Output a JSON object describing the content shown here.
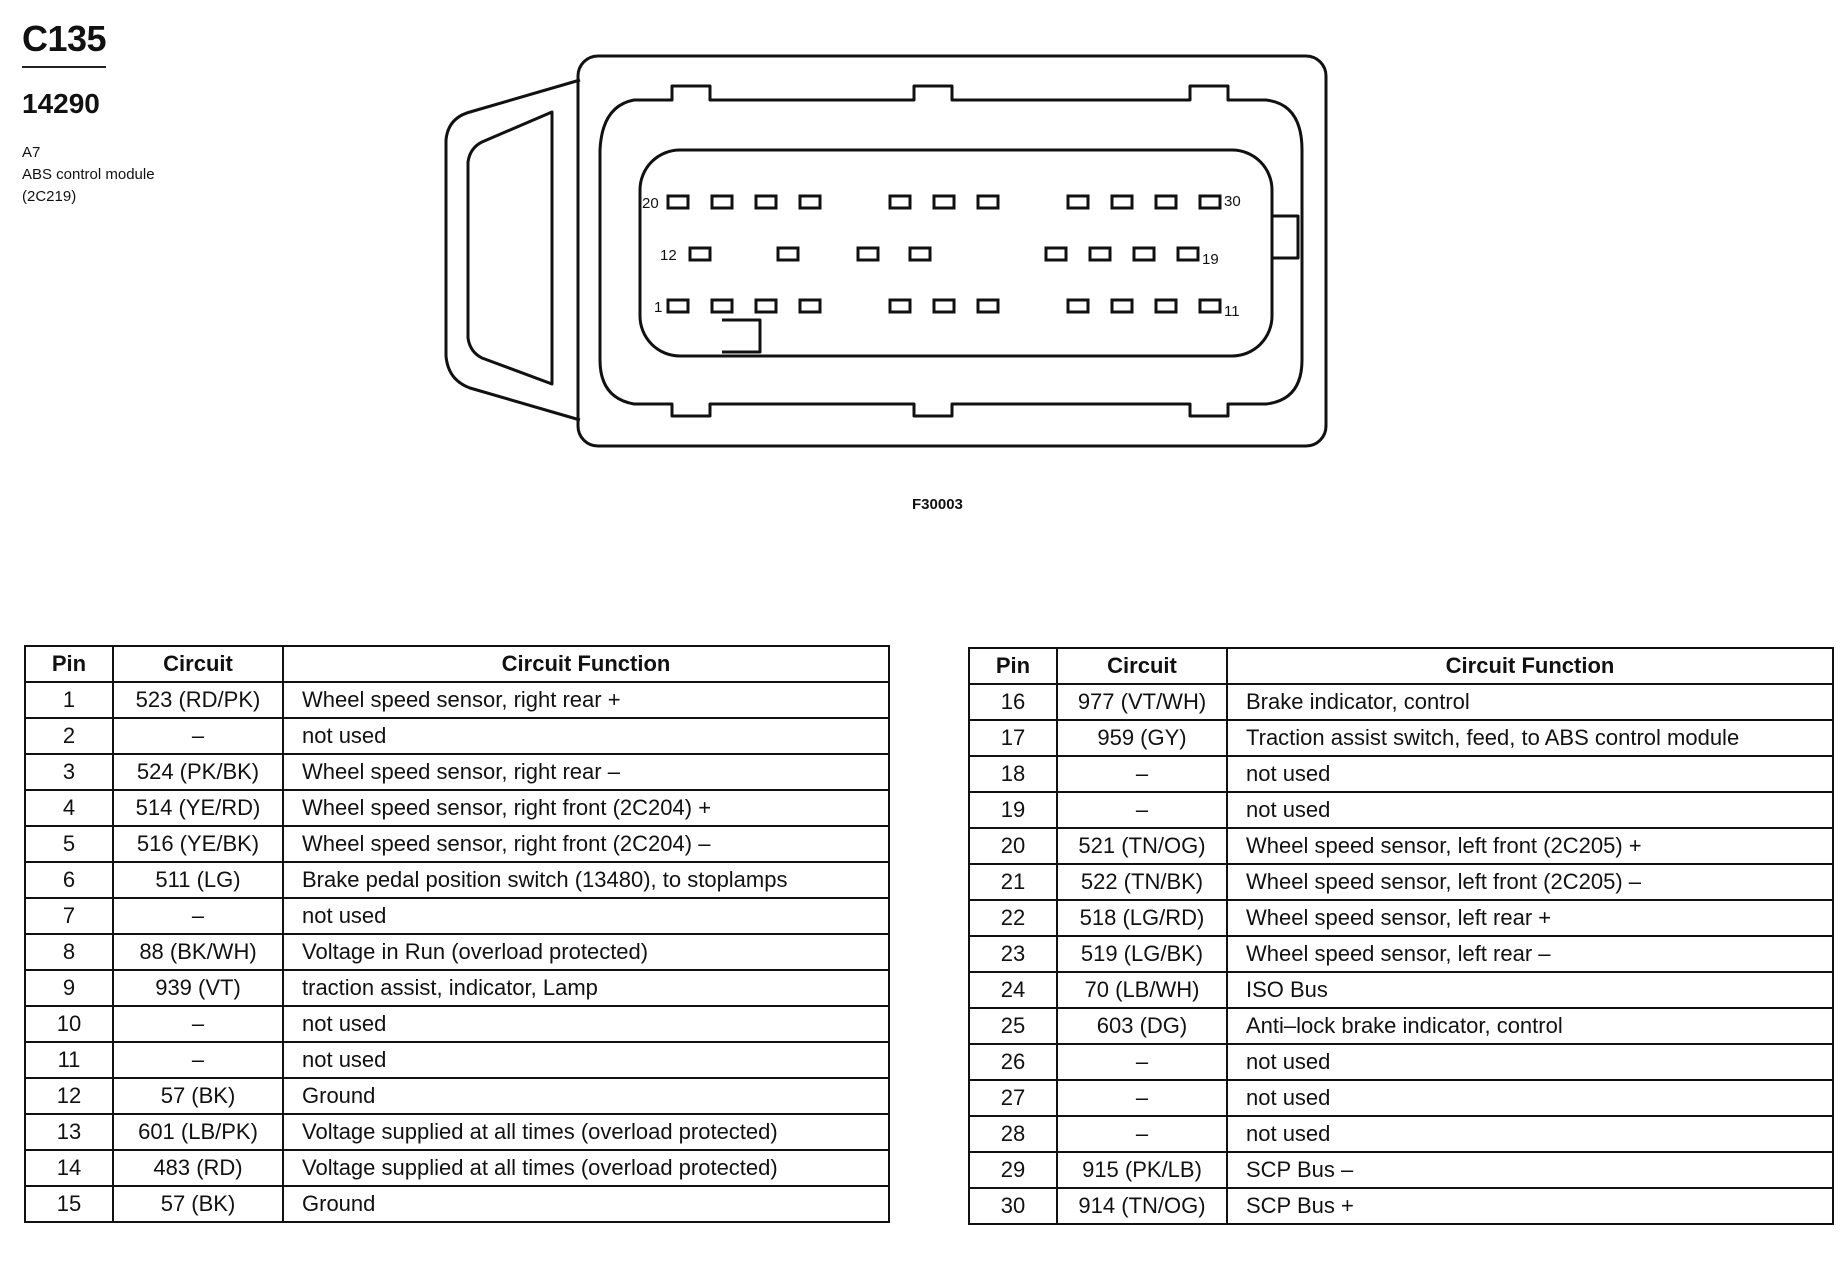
{
  "header": {
    "connector_id": "C135",
    "part_number": "14290",
    "location": "A7",
    "module": "ABS control module",
    "module_code": "(2C219)"
  },
  "figure_code": "F30003",
  "diagram": {
    "pin_labels": {
      "p20": "20",
      "p30": "30",
      "p12": "12",
      "p19": "19",
      "p1": "1",
      "p11": "11"
    }
  },
  "table_headers": {
    "pin": "Pin",
    "circuit": "Circuit",
    "function": "Circuit Function"
  },
  "left_rows": [
    {
      "pin": "1",
      "circuit": "523 (RD/PK)",
      "function": "Wheel speed sensor, right rear +"
    },
    {
      "pin": "2",
      "circuit": "–",
      "function": "not used"
    },
    {
      "pin": "3",
      "circuit": "524 (PK/BK)",
      "function": "Wheel speed sensor, right rear –"
    },
    {
      "pin": "4",
      "circuit": "514 (YE/RD)",
      "function": "Wheel speed sensor, right front (2C204) +"
    },
    {
      "pin": "5",
      "circuit": "516 (YE/BK)",
      "function": "Wheel speed sensor, right front (2C204) –"
    },
    {
      "pin": "6",
      "circuit": "511 (LG)",
      "function": "Brake pedal position switch (13480), to stoplamps"
    },
    {
      "pin": "7",
      "circuit": "–",
      "function": "not used"
    },
    {
      "pin": "8",
      "circuit": "88 (BK/WH)",
      "function": "Voltage in Run (overload protected)"
    },
    {
      "pin": "9",
      "circuit": "939 (VT)",
      "function": "traction assist, indicator, Lamp"
    },
    {
      "pin": "10",
      "circuit": "–",
      "function": "not used"
    },
    {
      "pin": "11",
      "circuit": "–",
      "function": "not used"
    },
    {
      "pin": "12",
      "circuit": "57 (BK)",
      "function": "Ground"
    },
    {
      "pin": "13",
      "circuit": "601 (LB/PK)",
      "function": "Voltage supplied at all times (overload protected)"
    },
    {
      "pin": "14",
      "circuit": "483 (RD)",
      "function": "Voltage supplied at all times (overload protected)"
    },
    {
      "pin": "15",
      "circuit": "57 (BK)",
      "function": "Ground"
    }
  ],
  "right_rows": [
    {
      "pin": "16",
      "circuit": "977 (VT/WH)",
      "function": "Brake indicator, control"
    },
    {
      "pin": "17",
      "circuit": "959 (GY)",
      "function": "Traction assist switch, feed, to ABS control module"
    },
    {
      "pin": "18",
      "circuit": "–",
      "function": "not used"
    },
    {
      "pin": "19",
      "circuit": "–",
      "function": "not used"
    },
    {
      "pin": "20",
      "circuit": "521 (TN/OG)",
      "function": "Wheel speed sensor, left front (2C205) +"
    },
    {
      "pin": "21",
      "circuit": "522 (TN/BK)",
      "function": "Wheel speed sensor, left front (2C205) –"
    },
    {
      "pin": "22",
      "circuit": "518 (LG/RD)",
      "function": "Wheel speed sensor, left rear +"
    },
    {
      "pin": "23",
      "circuit": "519 (LG/BK)",
      "function": "Wheel speed sensor, left rear –"
    },
    {
      "pin": "24",
      "circuit": "70 (LB/WH)",
      "function": "ISO Bus"
    },
    {
      "pin": "25",
      "circuit": "603 (DG)",
      "function": "Anti–lock brake indicator, control"
    },
    {
      "pin": "26",
      "circuit": "–",
      "function": "not used"
    },
    {
      "pin": "27",
      "circuit": "–",
      "function": "not used"
    },
    {
      "pin": "28",
      "circuit": "–",
      "function": "not used"
    },
    {
      "pin": "29",
      "circuit": "915 (PK/LB)",
      "function": "SCP Bus –"
    },
    {
      "pin": "30",
      "circuit": "914 (TN/OG)",
      "function": "SCP Bus +"
    }
  ]
}
